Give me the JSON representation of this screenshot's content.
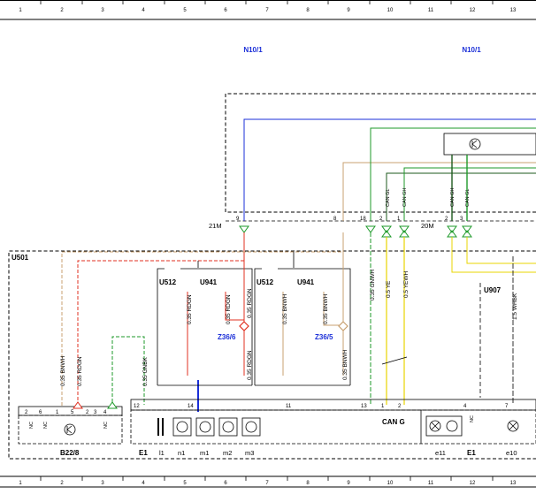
{
  "ruler": [
    "1",
    "2",
    "3",
    "4",
    "5",
    "6",
    "7",
    "8",
    "9",
    "10",
    "11",
    "12",
    "13"
  ],
  "modules": {
    "n10_left": "N10/1",
    "n10_right": "N10/1",
    "u501": "U501",
    "u907": "U907"
  },
  "connectors": {
    "c21m": "21M",
    "c20m": "20M"
  },
  "top_pins": [
    "9",
    "8",
    "18",
    "2",
    "1",
    "2",
    "3"
  ],
  "can_labels": [
    "CAN GL",
    "CAN GH",
    "CAN GH",
    "CAN GL"
  ],
  "code_u512_a": "U512",
  "code_u941_a": "U941",
  "code_u512_b": "U512",
  "code_u941_b": "U941",
  "splices": {
    "z36_6": "Z36/6",
    "z36_5": "Z36/5"
  },
  "wires": {
    "w1": "0.35 BNWH",
    "w2": "0.35 RDGN",
    "w3": "0.35 GNBK",
    "w4": "0.35 RDGN",
    "w5": "0.35 RDGN",
    "w6": "0.35 RDGN",
    "w7": "0.35 BNWH",
    "w8": "0.35 BNWH",
    "w9": "0.35 BNWH",
    "w10": "0.35 GNWH",
    "w11": "0.5 YE",
    "w12": "0.5 YEWH",
    "w13": "1.5 WHBK"
  },
  "bottom_pins": [
    "2",
    "6",
    "1",
    "5",
    "2",
    "3",
    "4",
    "12",
    "14",
    "11",
    "13",
    "1",
    "2",
    "4",
    "7"
  ],
  "nc_labels": [
    "NC",
    "NC",
    "NC",
    "NC"
  ],
  "can_g": "CAN G",
  "bottom_labels": [
    "B22/8",
    "E1",
    "l1",
    "n1",
    "m1",
    "m2",
    "m3",
    "e11",
    "E1",
    "e10"
  ],
  "colors": {
    "blue": "#1b2fd8",
    "red": "#e03020",
    "green": "#1e9a2a",
    "yellow": "#e8d400",
    "tan": "#c8a070",
    "darkgreen": "#1e5a1e"
  }
}
